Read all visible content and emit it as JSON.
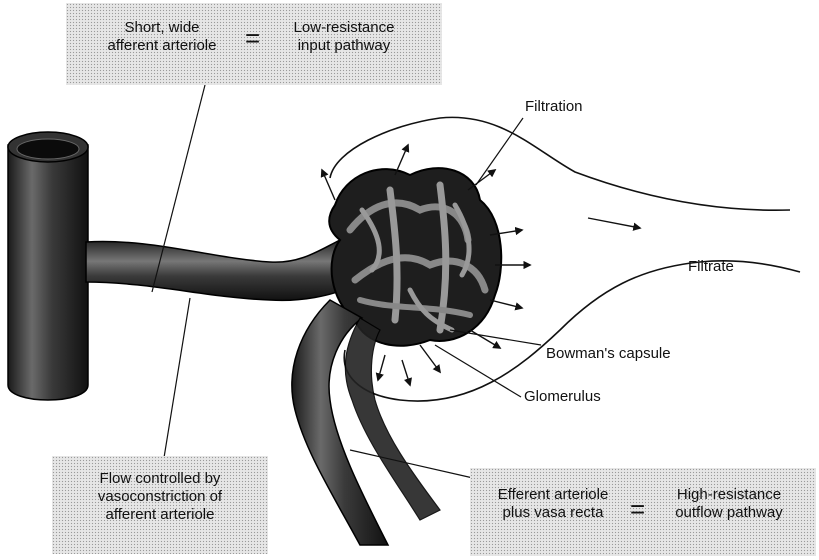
{
  "boxes": {
    "afferent": {
      "left_text": [
        "Short, wide",
        "afferent arteriole"
      ],
      "equals": "=",
      "right_text": [
        "Low-resistance",
        "input pathway"
      ]
    },
    "flow": {
      "text": [
        "Flow controlled by",
        "vasoconstriction of",
        "afferent arteriole"
      ]
    },
    "efferent": {
      "left_text": [
        "Efferent arteriole",
        "plus vasa recta"
      ],
      "equals": "=",
      "right_text": [
        "High-resistance",
        "outflow pathway"
      ]
    }
  },
  "labels": {
    "filtration": "Filtration",
    "filtrate": "Filtrate",
    "bowmans_capsule": "Bowman's capsule",
    "glomerulus": "Glomerulus"
  }
}
